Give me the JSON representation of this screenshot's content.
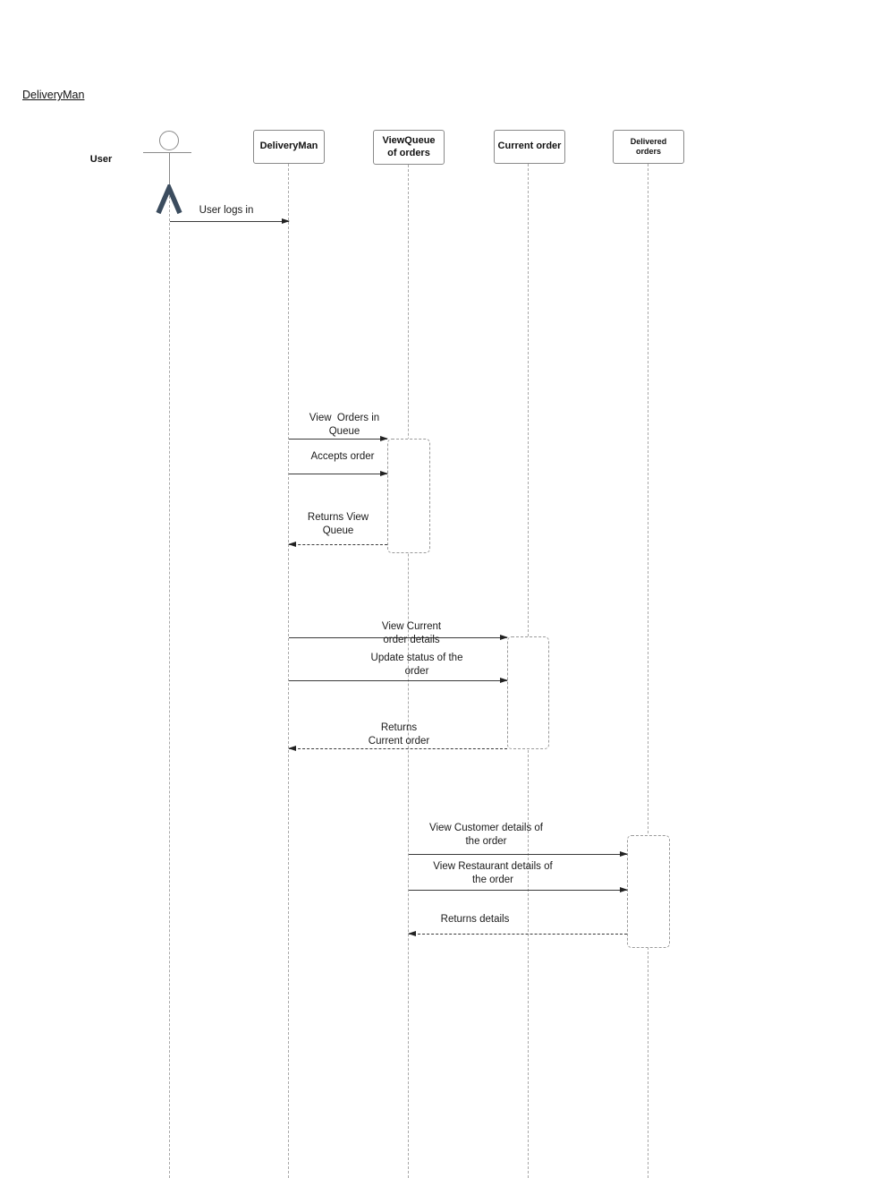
{
  "diagram": {
    "title": "DeliveryMan",
    "actor": {
      "label": "User"
    },
    "lifelines": [
      {
        "label": "DeliveryMan"
      },
      {
        "label": "ViewQueue of orders"
      },
      {
        "label": "Current order"
      },
      {
        "label": "Delivered  orders"
      }
    ],
    "messages": [
      {
        "label": "User logs in",
        "from": "User",
        "to": "DeliveryMan",
        "style": "solid"
      },
      {
        "label": "View  Orders in Queue",
        "from": "DeliveryMan",
        "to": "ViewQueue of orders",
        "style": "solid"
      },
      {
        "label": "Accepts order",
        "from": "DeliveryMan",
        "to": "ViewQueue of orders",
        "style": "solid"
      },
      {
        "label": "Returns View Queue",
        "from": "ViewQueue of orders",
        "to": "DeliveryMan",
        "style": "dashed-return"
      },
      {
        "label": "View Current order details",
        "from": "DeliveryMan",
        "to": "Current order",
        "style": "solid"
      },
      {
        "label": "Update status of the order",
        "from": "DeliveryMan",
        "to": "Current order",
        "style": "solid"
      },
      {
        "label": "Returns Current order",
        "from": "Current order",
        "to": "DeliveryMan",
        "style": "dashed-return"
      },
      {
        "label": "View Customer details of the order",
        "from": "ViewQueue of orders",
        "to": "Delivered orders",
        "style": "solid"
      },
      {
        "label": "View Restaurant details of the order",
        "from": "ViewQueue of orders",
        "to": "Delivered orders",
        "style": "solid"
      },
      {
        "label": "Returns details",
        "from": "Delivered orders",
        "to": "ViewQueue of orders",
        "style": "dashed-return"
      }
    ],
    "colors": {
      "actor_legs": "#3b4c5e",
      "message_line": "#3a3a3a",
      "lifeline": "#a8a8a8",
      "box_border": "#8a8a8a"
    }
  }
}
